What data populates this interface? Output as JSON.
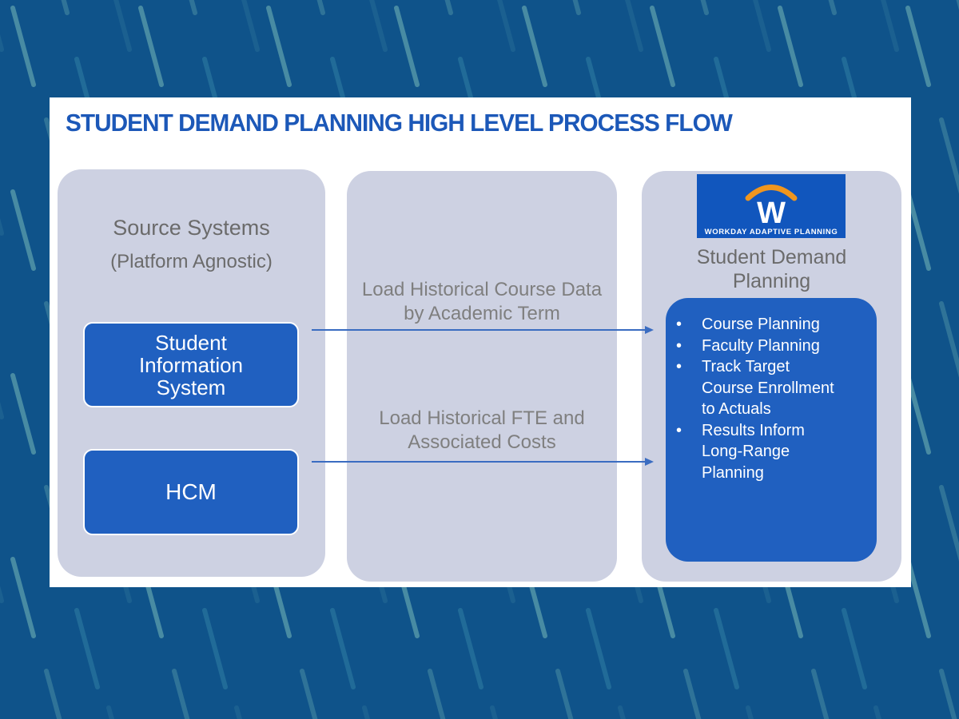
{
  "slide": {
    "title": "STUDENT DEMAND PLANNING HIGH LEVEL PROCESS FLOW"
  },
  "source_column": {
    "heading": "Source Systems",
    "subheading": "(Platform Agnostic)",
    "boxes": [
      {
        "label": "Student\nInformation\nSystem"
      },
      {
        "label": "HCM"
      }
    ]
  },
  "integration_column": {
    "flow_labels": [
      "Load Historical Course Data\nby Academic Term",
      "Load Historical FTE and\nAssociated Costs"
    ]
  },
  "planning_column": {
    "logo": {
      "letter": "W",
      "caption": "WORKDAY ADAPTIVE PLANNING"
    },
    "heading": "Student Demand\nPlanning",
    "bullets": [
      "Course Planning",
      "Faculty Planning",
      "Track Target\nCourse Enrollment\nto Actuals",
      "Results Inform\nLong-Range\nPlanning"
    ]
  },
  "colors": {
    "background": "#0f538a",
    "dash_light": "#5a9dab",
    "dash_dark": "#24709a",
    "column_fill": "#cdd1e2",
    "box_blue": "#2060c0",
    "logo_blue": "#1156bd",
    "logo_orange": "#f0961e",
    "title_blue": "#1c58b8",
    "gray_text": "#6b6b6b",
    "arrow_blue": "#3a6cc1"
  }
}
